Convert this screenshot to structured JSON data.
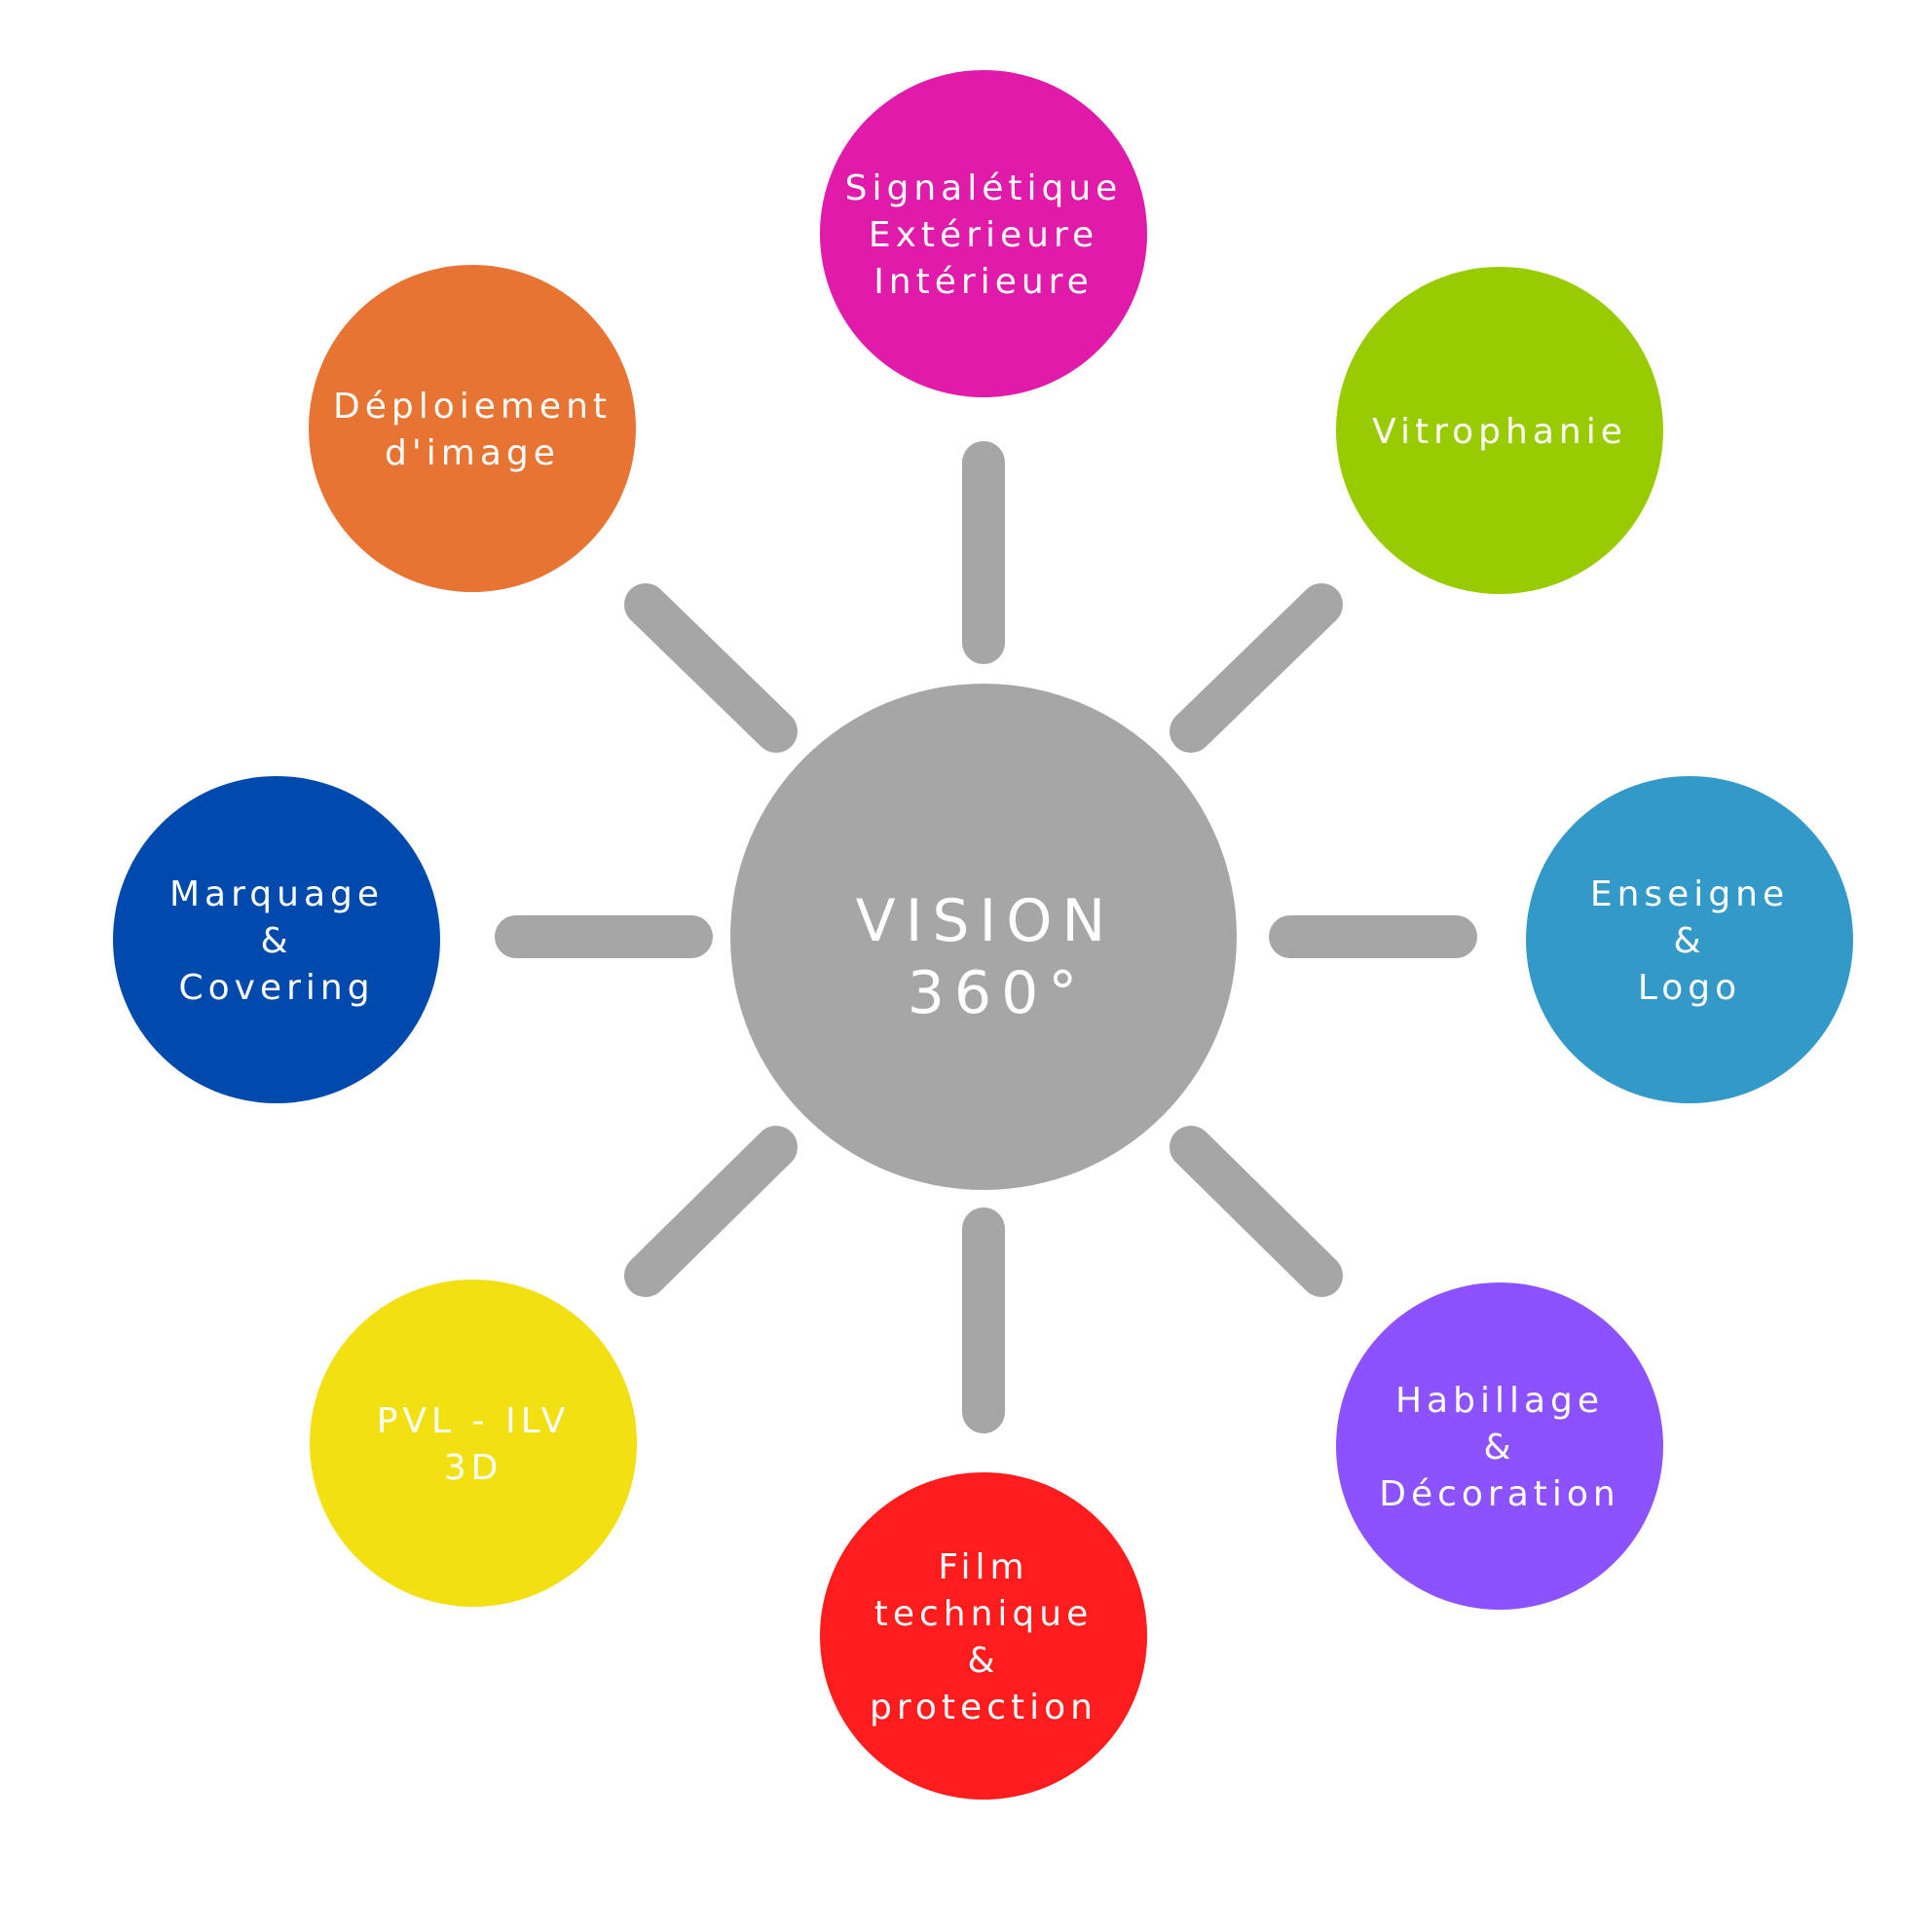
{
  "hub": {
    "lines": [
      "VISION",
      "360°"
    ],
    "color": "#a6a6a6"
  },
  "spoke_color": "#a6a6a6",
  "nodes": [
    {
      "id": "signaletique",
      "color": "#e01aa9",
      "lines": [
        "Signalétique",
        "Extérieure",
        "Intérieure"
      ]
    },
    {
      "id": "vitrophanie",
      "color": "#99cc00",
      "lines": [
        "Vitrophanie"
      ]
    },
    {
      "id": "enseigne-logo",
      "color": "#3399c8",
      "lines": [
        "Enseigne",
        "&",
        "Logo"
      ]
    },
    {
      "id": "habillage-decoration",
      "color": "#8c52ff",
      "lines": [
        "Habillage",
        "&",
        "Décoration"
      ]
    },
    {
      "id": "film-technique",
      "color": "#ff1c1c",
      "lines": [
        "Film",
        "technique",
        "&",
        "protection"
      ]
    },
    {
      "id": "pvl-ilv",
      "color": "#f2e012",
      "lines": [
        "PVL - ILV",
        "3D"
      ]
    },
    {
      "id": "marquage-covering",
      "color": "#004aad",
      "lines": [
        "Marquage",
        "&",
        "Covering"
      ]
    },
    {
      "id": "deploiement-image",
      "color": "#e87434",
      "lines": [
        "Déploiement",
        "d'image"
      ]
    }
  ]
}
